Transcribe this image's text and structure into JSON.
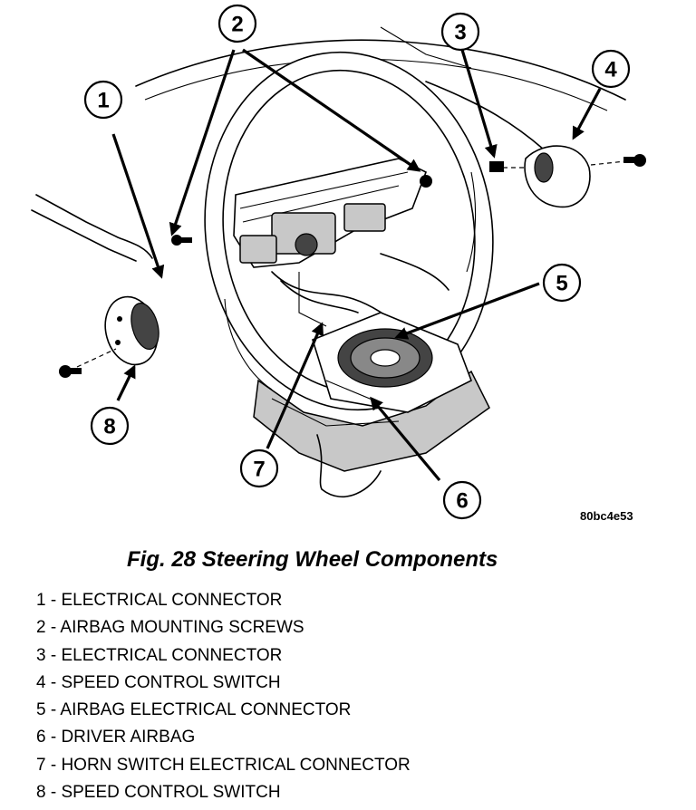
{
  "figure": {
    "code": "80bc4e53",
    "caption": "Fig. 28 Steering Wheel Components",
    "callouts": [
      "1",
      "2",
      "3",
      "4",
      "5",
      "6",
      "7",
      "8"
    ]
  },
  "legend": [
    "1 - ELECTRICAL CONNECTOR",
    "2 - AIRBAG MOUNTING SCREWS",
    "3 - ELECTRICAL CONNECTOR",
    "4 - SPEED CONTROL SWITCH",
    "5 - AIRBAG ELECTRICAL CONNECTOR",
    "6 - DRIVER AIRBAG",
    "7 - HORN SWITCH ELECTRICAL CONNECTOR",
    "8 - SPEED CONTROL SWITCH"
  ]
}
